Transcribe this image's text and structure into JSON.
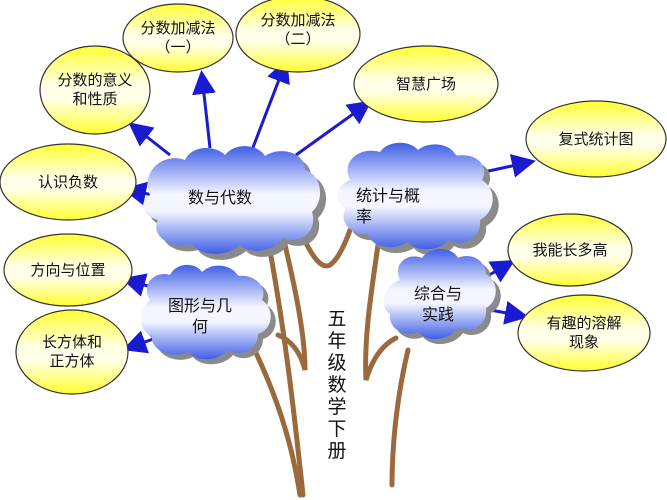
{
  "diagram": {
    "title": "五年级数学下册",
    "colors": {
      "trunk": "#9a6a3c",
      "arrow": "#1a1ad0",
      "ellipse_fill_top": "#ffff40",
      "ellipse_fill_mid": "#ffffe0",
      "ellipse_stroke": "#333333",
      "cloud_light": "#f4f6ff",
      "cloud_dark": "#4466e8",
      "cloud_shadow": "#8a8a8a"
    },
    "branches": [
      {
        "name": "数与代数",
        "topics": [
          "认识负数",
          "分数的意义\n和性质",
          "分数加减法\n（一）",
          "分数加减法\n（二）",
          "智慧广场"
        ]
      },
      {
        "name": "统计与概\n率",
        "topics": [
          "复式统计图"
        ]
      },
      {
        "name": "图形与几\n何",
        "topics": [
          "方向与位置",
          "长方体和\n正方体"
        ]
      },
      {
        "name": "综合与\n实践",
        "topics": [
          "我能长多高",
          "有趣的溶解\n现象"
        ]
      }
    ]
  }
}
